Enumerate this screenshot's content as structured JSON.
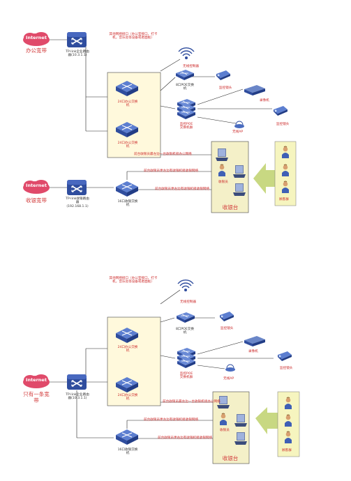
{
  "diagram_top": {
    "internet_label": "Internet",
    "office_broadband": "办公宽带",
    "office_router": "TP-link企业路由器(10.3.1.1)",
    "other_devices_note": "其他网络接口（办公室接口，打卡机，音乐及等设备或者面板）",
    "wireless_controller": "无线控制器",
    "poe_switch_8": "8口POE交换机",
    "camera_a": "监控镜头",
    "nvr": "录像机",
    "camera_b": "监控镜头",
    "poe_switch_stack": "监控POE交换机群",
    "wireless_ap": "无线AP",
    "office_switch_1": "24口办公交换机",
    "office_switch_2": "24口办公交换机",
    "link_office": "前台收银员最左边一台收银机接办公网络",
    "link_cashier_mid": "前台收银员更左边有收银机接收银网络",
    "link_cashier_right": "前台收银员更右边有收银机接收银网络",
    "cashier": "收银员",
    "cashier_broadband": "收银宽带",
    "cashier_router": "TP-link收银路由器(192.168.1.1)",
    "cashier_switch": "16口收银交换机",
    "cashier_counter": "收银台",
    "customers": "顾客群"
  },
  "diagram_bottom": {
    "internet_label": "Internet",
    "single_broadband": "只有一条宽带",
    "router": "TP-link企业路由器(10.3.1.1)",
    "other_devices_note": "其他网络接口（办公室接口，打卡机，音乐及等设备或者面板）",
    "wireless_controller": "无线控制器",
    "poe_switch_8": "8口POE交换机",
    "camera_a": "监控镜头",
    "nvr": "录像机",
    "camera_b": "监控镜头",
    "poe_switch_stack": "监控POE交换机群",
    "wireless_ap": "无线AP",
    "office_switch_1": "24口办公交换机",
    "office_switch_2": "24口办公交换机",
    "link_office": "前台收银员最左边一台收银机接办公网络",
    "link_cashier_mid": "前台收银员更左边有收银机接收银网络",
    "link_cashier_right": "前台收银员更右边有收银机接收银网络",
    "cashier": "收银员",
    "cashier_switch": "16口收银交换机",
    "cashier_counter": "收银台",
    "customers": "顾客群"
  },
  "colors": {
    "cloud": "#e04a6a",
    "router": "#2f4d9e",
    "box_fill": "#fff9dc",
    "counter_fill": "#f4f0c8",
    "customer_fill": "#f6f5bf",
    "arrow": "#c8d882",
    "line": "#222222",
    "red_text": "#cc2a2a"
  }
}
